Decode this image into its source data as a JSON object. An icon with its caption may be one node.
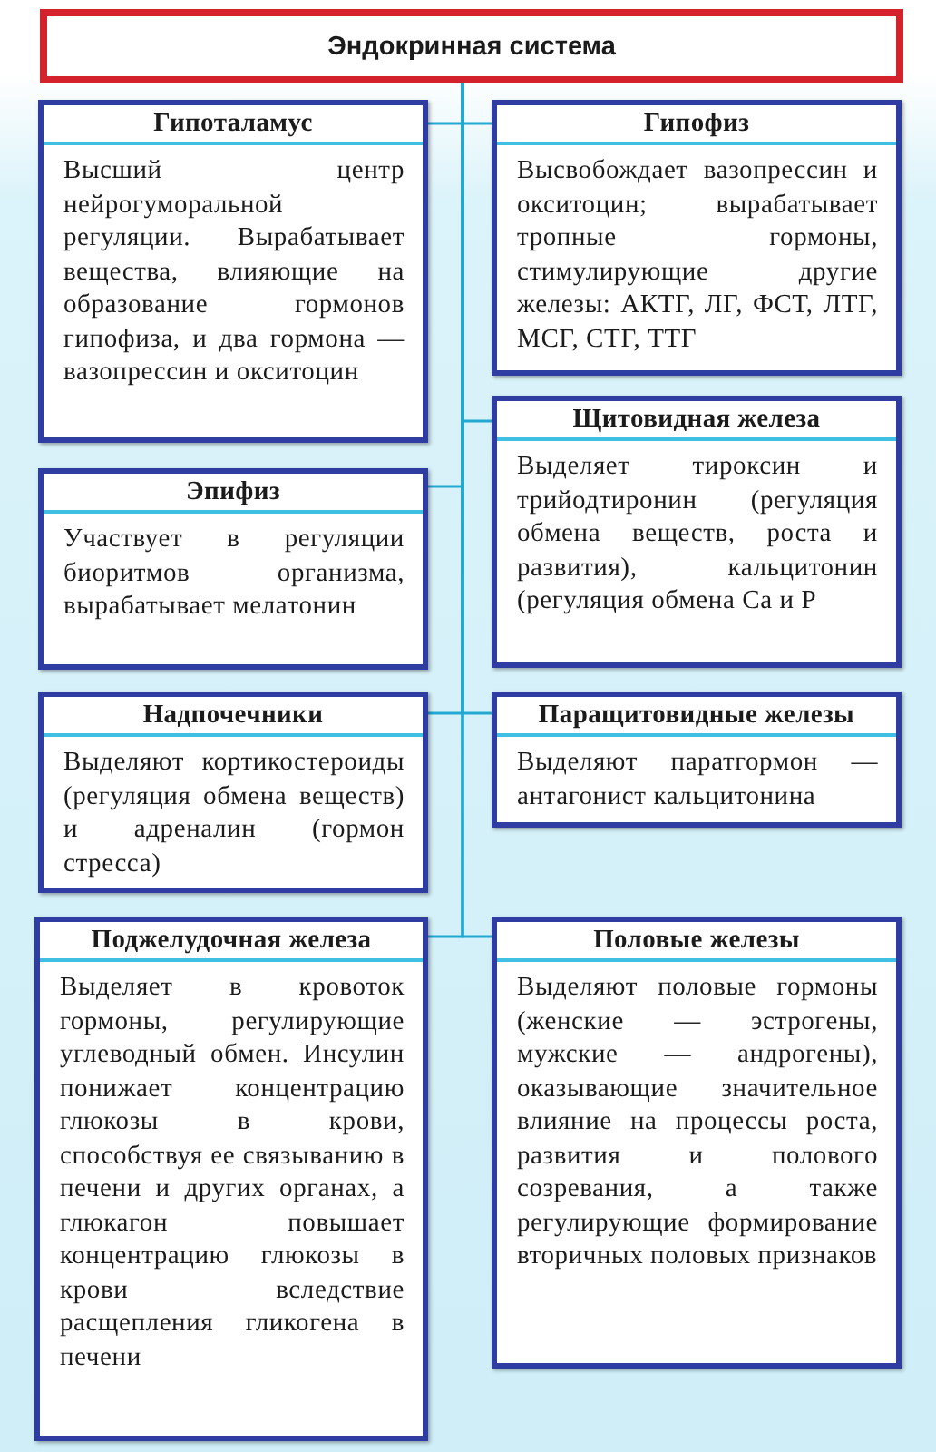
{
  "diagram": {
    "nodes": [
      {
        "text": [
          "Эндокринная система"
        ]
      },
      {
        "text": [
          "Гипоталамус",
          "Высший центр нейрогуморальной регуляции. Вырабатывает вещества, влияющие на образование гормонов гипофиза, и два гормона — вазопрессин и окситоцин"
        ]
      },
      {
        "text": [
          "Гипофиз",
          "Высвобождает вазопрессин и окситоцин; вырабатывает тропные гормоны, стимулирующие другие железы: АКТГ, ЛГ, ФСТ, ЛТГ, МСГ, СТГ, ТТГ"
        ]
      },
      {
        "text": [
          "Щитовидная железа",
          "Выделяет тироксин и трийодтиронин (регуляция обмена веществ, роста и развития), кальцитонин (регуляция обмена Ca и P"
        ]
      },
      {
        "text": [
          "Эпифиз",
          "Участвует в регуляции биоритмов организма, вырабатывает мелатонин"
        ]
      },
      {
        "text": [
          "Надпочечники",
          "Выделяют кортикостероиды (регуляция обмена веществ) и адреналин (гормон стресса)"
        ]
      },
      {
        "text": [
          "Паращитовидные железы",
          "Выделяют паратгормон — антагонист кальцитонина"
        ]
      },
      {
        "text": [
          "Поджелудочная железа",
          "Выделяет в кровоток гормоны, регулирующие углеводный обмен. Инсулин понижает концентрацию глюкозы в крови, способствуя ее связыванию в печени и других органах, а глюкагон повышает концентрацию глюкозы в крови вследствие расщепления гликогена в печени"
        ]
      },
      {
        "text": [
          "Половые железы",
          "Выделяют половые гормоны (женские — эстрогены, мужские — андрогены), оказывающие значительное влияние на процессы роста, развития и полового созревания, а также регулирующие формирование вторичных половых признаков"
        ]
      }
    ],
    "edges": [
      {
        "from": 0,
        "to": 1,
        "arrow": "none"
      },
      {
        "from": 0,
        "to": 2,
        "arrow": "none"
      },
      {
        "from": 0,
        "to": 3,
        "arrow": "none"
      },
      {
        "from": 0,
        "to": 4,
        "arrow": "none"
      },
      {
        "from": 0,
        "to": 5,
        "arrow": "none"
      },
      {
        "from": 0,
        "to": 6,
        "arrow": "none"
      },
      {
        "from": 0,
        "to": 7,
        "arrow": "none"
      },
      {
        "from": 0,
        "to": 8,
        "arrow": "none"
      }
    ]
  }
}
